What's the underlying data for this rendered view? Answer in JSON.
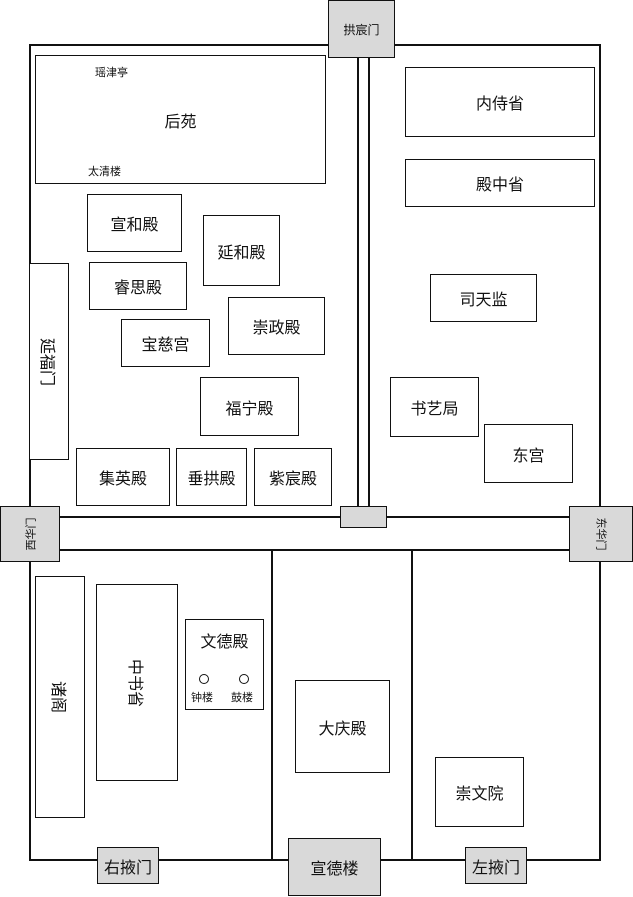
{
  "gates": {
    "gongchen": "拱宸门",
    "xihua": "西华门",
    "donghua": "东华门",
    "youye": "右掖门",
    "zuoye": "左掖门",
    "xuande": "宣德楼"
  },
  "houyuan": {
    "name": "后苑",
    "yaojin": "瑶津亭",
    "taiqing": "太清楼"
  },
  "west_palace": {
    "xuanhe": "宣和殿",
    "yanhe": "延和殿",
    "ruisi": "睿思殿",
    "baoci": "宝慈宫",
    "chongzheng": "崇政殿",
    "funing": "福宁殿",
    "jiying": "集英殿",
    "chuigong": "垂拱殿",
    "zichen": "紫宸殿",
    "yanfu": "延福门"
  },
  "east": {
    "neishi": "内侍省",
    "dianzhong": "殿中省",
    "sitian": "司天监",
    "shuyi": "书艺局",
    "donggong": "东宫"
  },
  "south": {
    "zhuge": "诸阁",
    "zhongshu": "中书省",
    "wende": "文德殿",
    "zhonglou": "钟楼",
    "gulou": "鼓楼",
    "daqing": "大庆殿",
    "chongwen": "崇文院"
  }
}
